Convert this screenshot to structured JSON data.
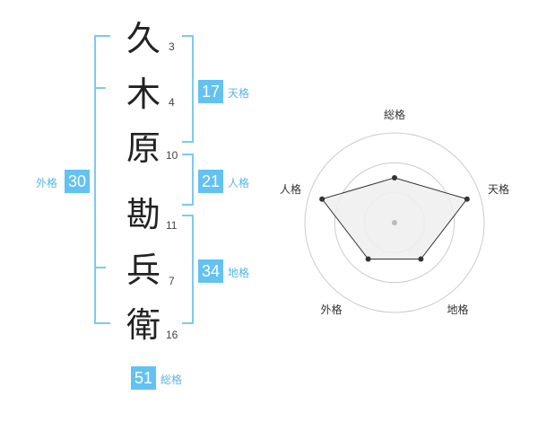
{
  "name": {
    "chars": [
      {
        "char": "久",
        "strokes": "3"
      },
      {
        "char": "木",
        "strokes": "4"
      },
      {
        "char": "原",
        "strokes": "10"
      },
      {
        "char": "勘",
        "strokes": "11"
      },
      {
        "char": "兵",
        "strokes": "7"
      },
      {
        "char": "衛",
        "strokes": "16"
      }
    ]
  },
  "kaku": {
    "tenkaku": {
      "value": "17",
      "label": "天格"
    },
    "jinkaku": {
      "value": "21",
      "label": "人格"
    },
    "chikaku": {
      "value": "34",
      "label": "地格"
    },
    "gaikaku": {
      "value": "30",
      "label": "外格"
    },
    "soukaku": {
      "value": "51",
      "label": "総格"
    }
  },
  "chart_data": {
    "type": "radar",
    "axes": [
      "総格",
      "天格",
      "地格",
      "外格",
      "人格"
    ],
    "values": [
      0.5,
      0.85,
      0.5,
      0.5,
      0.85
    ],
    "rings": 3,
    "colors": {
      "fill": "#eeeeee",
      "line": "#333333",
      "grid": "#cccccc",
      "center": "#bbbbbb"
    }
  },
  "colors": {
    "accent": "#62c2f2",
    "bracket": "#7dc9f0"
  }
}
